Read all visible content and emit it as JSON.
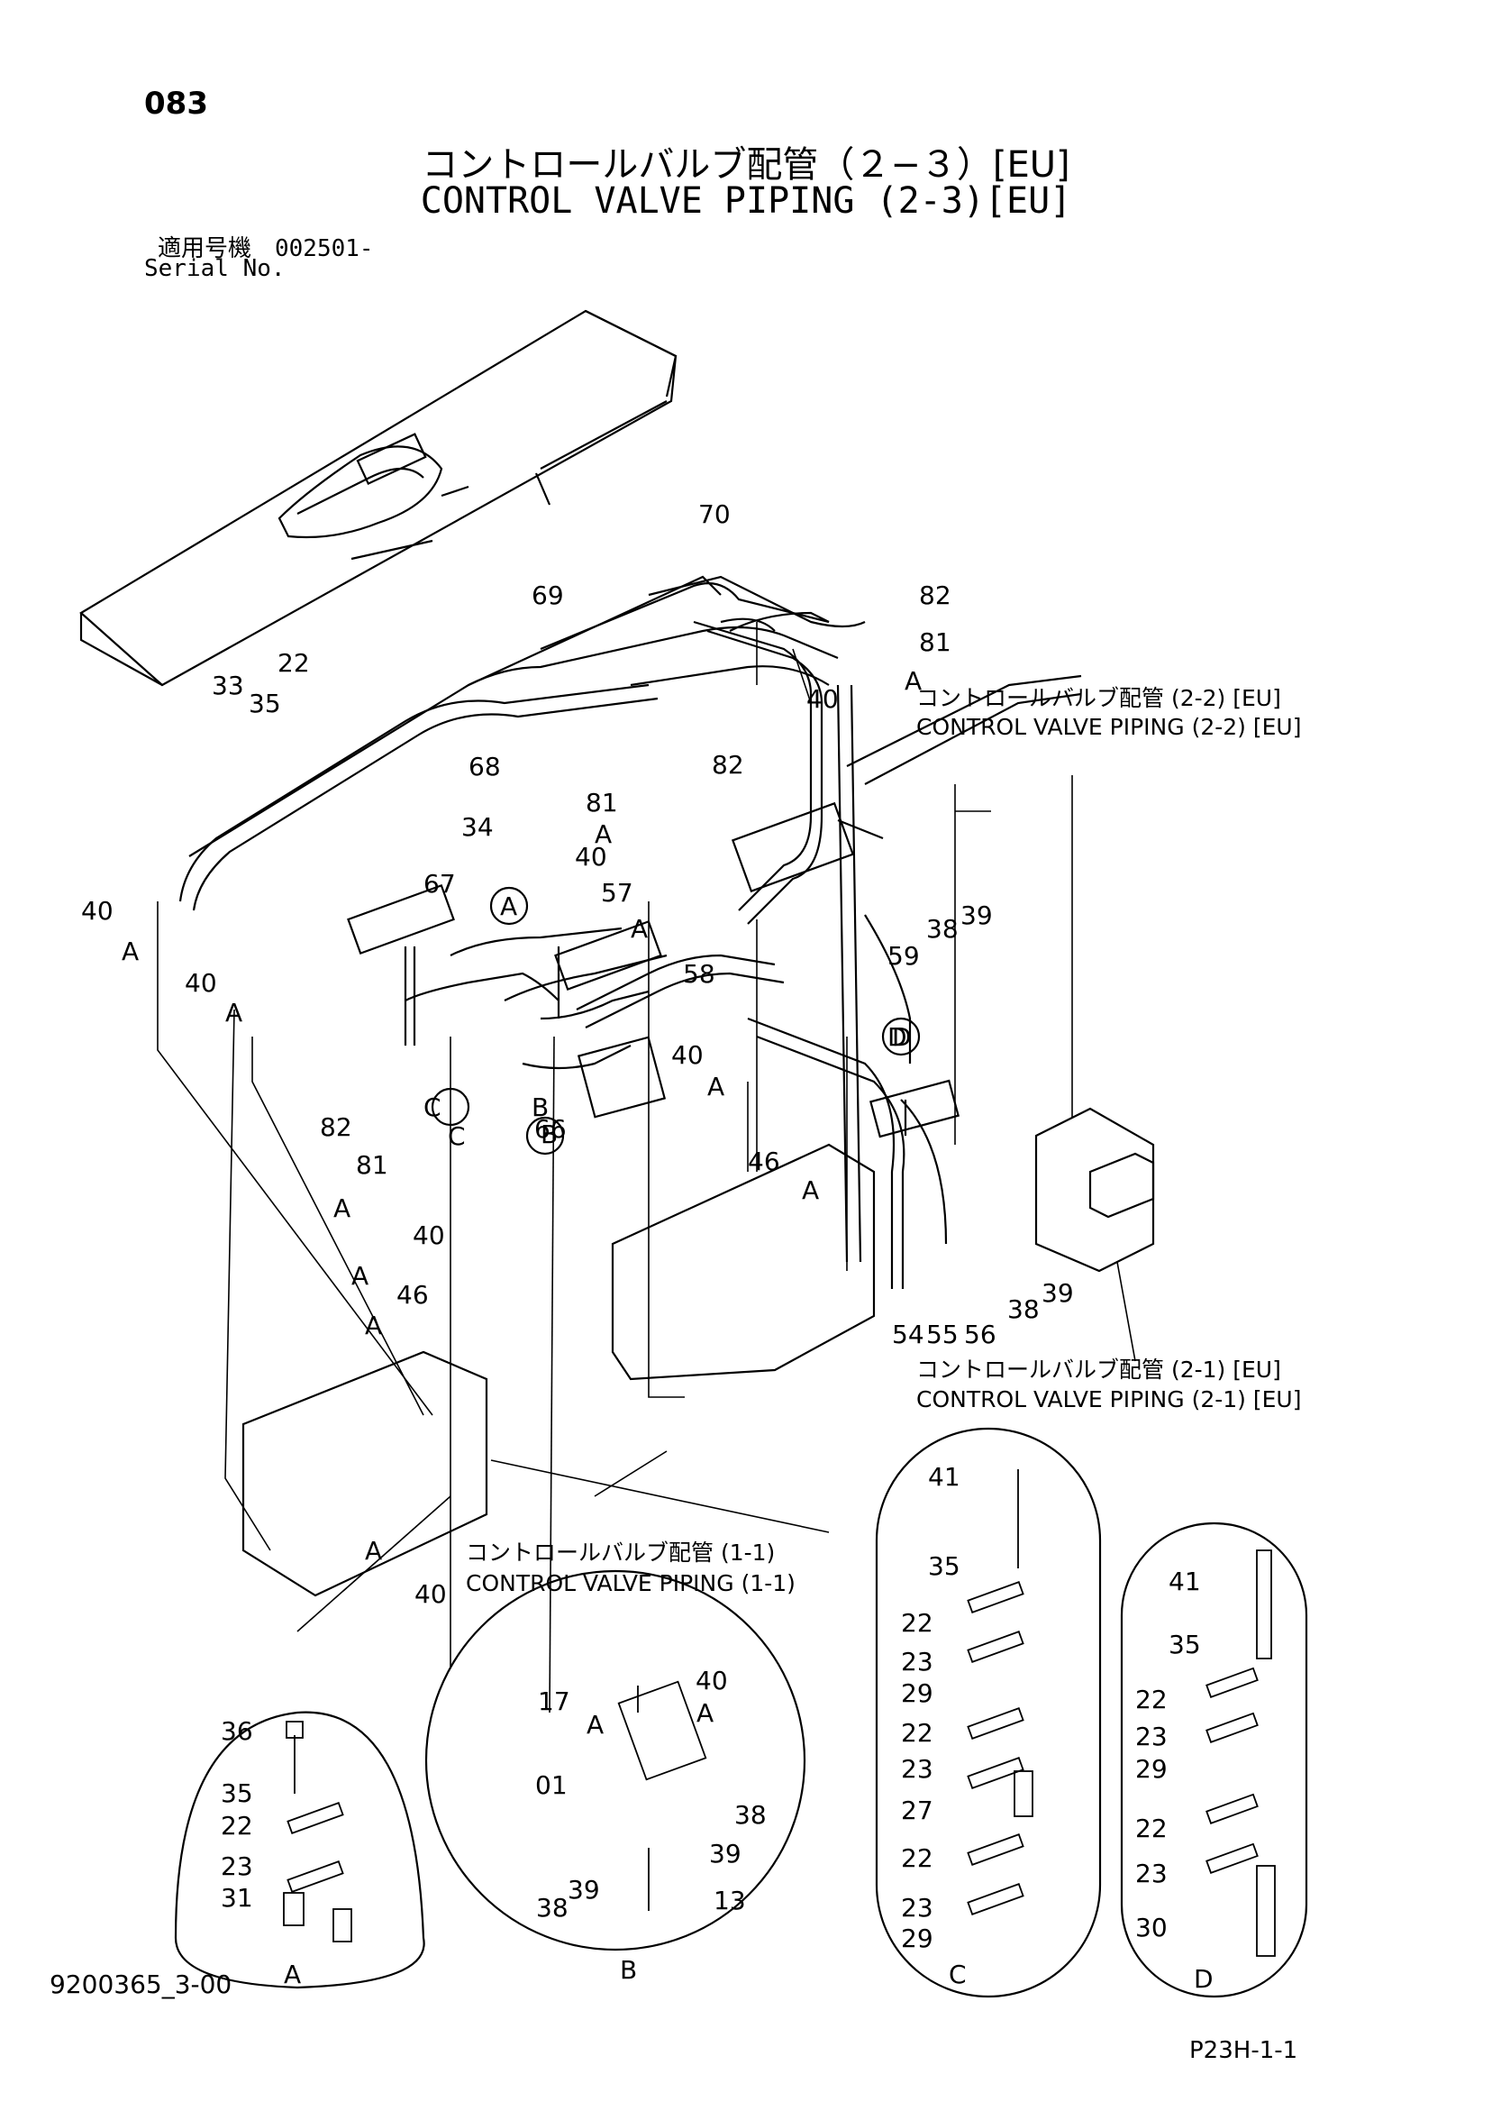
{
  "header": {
    "page_number": "083",
    "title_jp": "コントロールバルブ配管（２−３）[EU]",
    "title_en": "CONTROL VALVE PIPING (2-3)[EU]",
    "serial_label_jp": "適用号機　002501-",
    "serial_label_en": "Serial No."
  },
  "footer": {
    "document_number": "9200365_3-00",
    "page_ref": "P23H-1-1"
  },
  "references": [
    {
      "jp": "コントロールバルブ配管 (2-2) [EU]",
      "en": "CONTROL VALVE PIPING (2-2) [EU]"
    },
    {
      "jp": "コントロールバルブ配管 (2-1) [EU]",
      "en": "CONTROL VALVE PIPING (2-1) [EU]"
    },
    {
      "jp": "コントロールバルブ配管 (1-1)",
      "en": "CONTROL VALVE  PIPING (1-1)"
    }
  ],
  "callouts": [
    "A",
    "B",
    "C",
    "D"
  ],
  "part_numbers": {
    "main": [
      "70",
      "82",
      "81",
      "69",
      "40",
      "A",
      "33",
      "22",
      "35",
      "68",
      "82",
      "81",
      "A",
      "40",
      "34",
      "67",
      "A",
      "57",
      "40",
      "A",
      "C",
      "58",
      "59",
      "38",
      "39",
      "40",
      "A",
      "66",
      "D",
      "B",
      "40",
      "A",
      "82",
      "81",
      "46",
      "A",
      "A",
      "40",
      "A",
      "46",
      "A",
      "54",
      "55",
      "56",
      "38",
      "39",
      "A",
      "40"
    ],
    "detail_a": [
      "36",
      "35",
      "22",
      "23",
      "31",
      "A"
    ],
    "detail_b": [
      "17",
      "A",
      "40",
      "A",
      "01",
      "38",
      "39",
      "38",
      "39",
      "13",
      "B"
    ],
    "detail_c": [
      "41",
      "35",
      "22",
      "23",
      "29",
      "22",
      "23",
      "27",
      "22",
      "23",
      "29",
      "C"
    ],
    "detail_d": [
      "41",
      "35",
      "22",
      "23",
      "29",
      "22",
      "23",
      "30",
      "D"
    ]
  }
}
